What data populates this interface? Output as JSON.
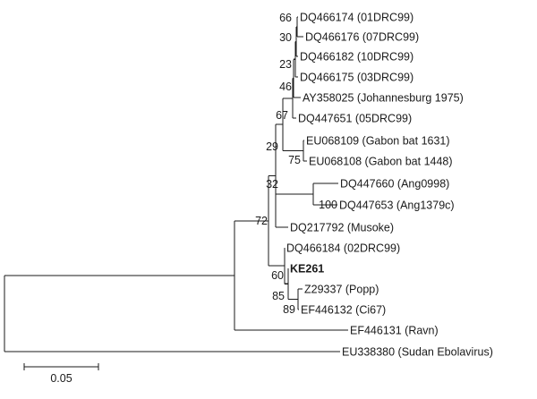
{
  "tree": {
    "taxa": [
      {
        "id": "t1",
        "label": "DQ466174 (01DRC99)"
      },
      {
        "id": "t2",
        "label": "DQ466176 (07DRC99)"
      },
      {
        "id": "t3",
        "label": "DQ466182 (10DRC99)"
      },
      {
        "id": "t4",
        "label": "DQ466175 (03DRC99)"
      },
      {
        "id": "t5",
        "label": "AY358025 (Johannesburg 1975)"
      },
      {
        "id": "t6",
        "label": "DQ447651 (05DRC99)"
      },
      {
        "id": "t7",
        "label": "EU068109 (Gabon bat 1631)"
      },
      {
        "id": "t8",
        "label": "EU068108 (Gabon bat 1448)"
      },
      {
        "id": "t9",
        "label": "DQ447660 (Ang0998)"
      },
      {
        "id": "t10",
        "label": "DQ447653 (Ang1379c)"
      },
      {
        "id": "t11",
        "label": "DQ217792 (Musoke)"
      },
      {
        "id": "t12",
        "label": "DQ466184 (02DRC99)"
      },
      {
        "id": "t13",
        "label": "KE261",
        "bold": true
      },
      {
        "id": "t14",
        "label": "Z29337 (Popp)"
      },
      {
        "id": "t15",
        "label": "EF446132 (Ci67)"
      },
      {
        "id": "t16",
        "label": "EF446131 (Ravn)"
      },
      {
        "id": "t17",
        "label": "EU338380 (Sudan Ebolavirus)"
      }
    ],
    "bootstrap": [
      {
        "node": "n66",
        "value": "66"
      },
      {
        "node": "n30",
        "value": "30"
      },
      {
        "node": "n23",
        "value": "23"
      },
      {
        "node": "n46",
        "value": "46"
      },
      {
        "node": "n67",
        "value": "67"
      },
      {
        "node": "n75",
        "value": "75"
      },
      {
        "node": "n29",
        "value": "29"
      },
      {
        "node": "n100",
        "value": "100"
      },
      {
        "node": "n32",
        "value": "32"
      },
      {
        "node": "n72",
        "value": "72"
      },
      {
        "node": "n60",
        "value": "60"
      },
      {
        "node": "n85",
        "value": "85"
      },
      {
        "node": "n89",
        "value": "89"
      }
    ],
    "scale_bar": {
      "length": 0.05,
      "label": "0.05"
    }
  }
}
